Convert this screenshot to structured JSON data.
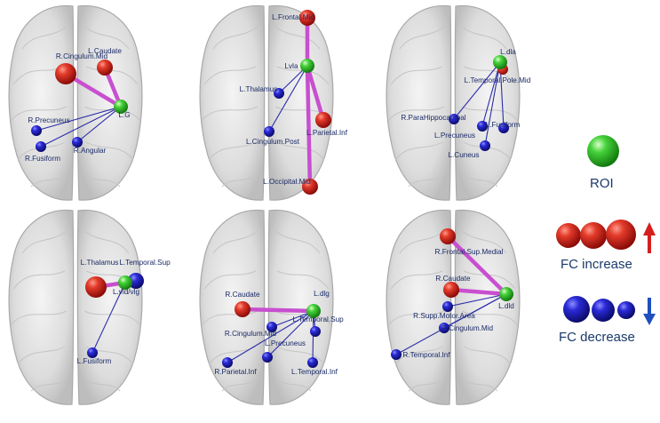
{
  "panels": [
    {
      "id": "p1",
      "roi": {
        "label": "L.G"
      },
      "nodes": [
        {
          "label": "R.Cingulum.Mid",
          "type": "inc",
          "size": "l"
        },
        {
          "label": "L.Caudate",
          "type": "inc",
          "size": "m"
        },
        {
          "label": "R.Precuneus",
          "type": "dec",
          "size": "s"
        },
        {
          "label": "R.Fusiform",
          "type": "dec",
          "size": "s"
        },
        {
          "label": "R.Angular",
          "type": "dec",
          "size": "s"
        }
      ]
    },
    {
      "id": "p2",
      "roi": {
        "label": "Lvla"
      },
      "nodes": [
        {
          "label": "L.Frontal.Mid",
          "type": "inc",
          "size": "m"
        },
        {
          "label": "L.Thalamus",
          "type": "dec",
          "size": "s"
        },
        {
          "label": "L.Cingulum.Post",
          "type": "dec",
          "size": "s"
        },
        {
          "label": "L.Parietal.Inf",
          "type": "inc",
          "size": "m"
        },
        {
          "label": "L.Occipital.Mid",
          "type": "inc",
          "size": "m"
        }
      ]
    },
    {
      "id": "p3",
      "roi": {
        "label": "L.dla"
      },
      "nodes": [
        {
          "label": "L.Temporal.Pole.Mid",
          "type": "inc",
          "size": "s"
        },
        {
          "label": "R.ParaHippocampal",
          "type": "dec",
          "size": "s"
        },
        {
          "label": "L.Precuneus",
          "type": "dec",
          "size": "s"
        },
        {
          "label": "L.Fusiform",
          "type": "dec",
          "size": "s"
        },
        {
          "label": "L.Cuneus",
          "type": "dec",
          "size": "s"
        }
      ]
    },
    {
      "id": "p4",
      "roi": {
        "label": "L.vld/vlg"
      },
      "nodes": [
        {
          "label": "L.Thalamus",
          "type": "inc",
          "size": "l"
        },
        {
          "label": "L.Temporal.Sup",
          "type": "dec",
          "size": "m"
        },
        {
          "label": "L.Fusiform",
          "type": "dec",
          "size": "s"
        }
      ]
    },
    {
      "id": "p5",
      "roi": {
        "label": "L.dlg"
      },
      "nodes": [
        {
          "label": "R.Caudate",
          "type": "inc",
          "size": "m"
        },
        {
          "label": "L.Temporal.Sup",
          "type": "dec",
          "size": "s"
        },
        {
          "label": "R.Cingulum.Mid",
          "type": "dec",
          "size": "s"
        },
        {
          "label": "L.Precuneus",
          "type": "dec",
          "size": "s"
        },
        {
          "label": "R.Parietal.Inf",
          "type": "dec",
          "size": "s"
        },
        {
          "label": "L.Temporal.Inf",
          "type": "dec",
          "size": "s"
        }
      ]
    },
    {
      "id": "p6",
      "roi": {
        "label": "L.dld"
      },
      "nodes": [
        {
          "label": "R.Frontal.Sup.Medial",
          "type": "inc",
          "size": "m"
        },
        {
          "label": "R.Caudate",
          "type": "inc",
          "size": "m"
        },
        {
          "label": "R.Supp.Motor.Area",
          "type": "dec",
          "size": "s"
        },
        {
          "label": "R.Cingulum.Mid",
          "type": "dec",
          "size": "s"
        },
        {
          "label": "R.Temporal.Inf",
          "type": "dec",
          "size": "s"
        }
      ]
    }
  ],
  "legend": {
    "roi_label": "ROI",
    "increase_label": "FC increase",
    "decrease_label": "FC decrease"
  },
  "colors": {
    "roi": "#3fcf3a",
    "increase": "#d9201e",
    "decrease": "#2323c8",
    "strong_edge": "#c84fd0",
    "weak_edge": "#2c2ca8",
    "arrow_up": "#d61e1e",
    "arrow_down": "#1f4fbf"
  }
}
